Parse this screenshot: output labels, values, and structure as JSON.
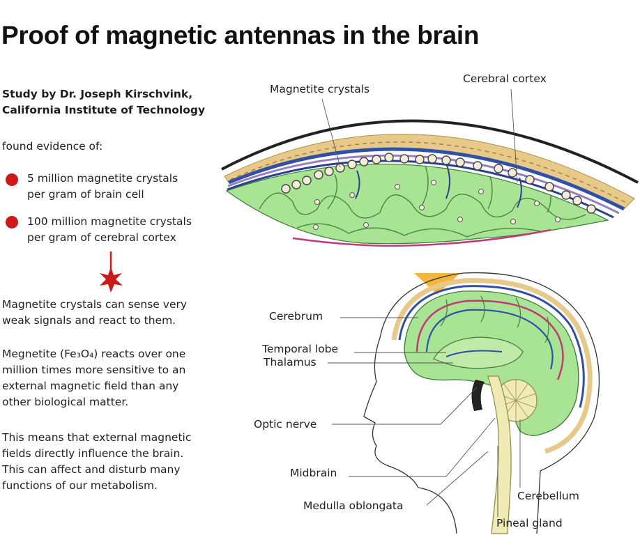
{
  "title": "Proof of magnetic antennas in the brain",
  "study": {
    "line1": "Study by Dr. Joseph Kirschvink,",
    "line2": "California Institute of Technology"
  },
  "found_evidence": "found evidence of:",
  "bullets": [
    {
      "line1": "5 million magnetite crystals",
      "line2": "per gram of brain cell"
    },
    {
      "line1": "100 million magnetite crystals",
      "line2": "per gram of cerebral cortex"
    }
  ],
  "paragraphs": [
    {
      "lines": [
        "Magnetite crystals can sense very",
        "weak signals and react to them."
      ]
    },
    {
      "lines": [
        "Megnetite (Fe₃O₄) reacts over one",
        "million times more sensitive to an",
        "external magnetic field than any",
        "other biological matter."
      ]
    },
    {
      "lines": [
        "This means that external magnetic",
        "fields directly influence the brain.",
        "This can affect and disturb many",
        "functions of our metabolism."
      ]
    }
  ],
  "labels": {
    "magnetite_crystals": "Magnetite crystals",
    "cerebral_cortex": "Cerebral cortex",
    "cerebrum": "Cerebrum",
    "temporal_lobe": "Temporal lobe",
    "thalamus": "Thalamus",
    "optic_nerve": "Optic nerve",
    "midbrain": "Midbrain",
    "medulla_oblongata": "Medulla oblongata",
    "cerebellum": "Cerebellum",
    "pineal_gland": "Pineal gland"
  },
  "colors": {
    "bullet": "#cc1a1a",
    "starburst": "#cc1a1a",
    "brain_green": "#9fdc8a",
    "skull_tan": "#e7c98a",
    "membrane_blue": "#2f4fa8",
    "arrow_orange": "#f5b63c"
  }
}
